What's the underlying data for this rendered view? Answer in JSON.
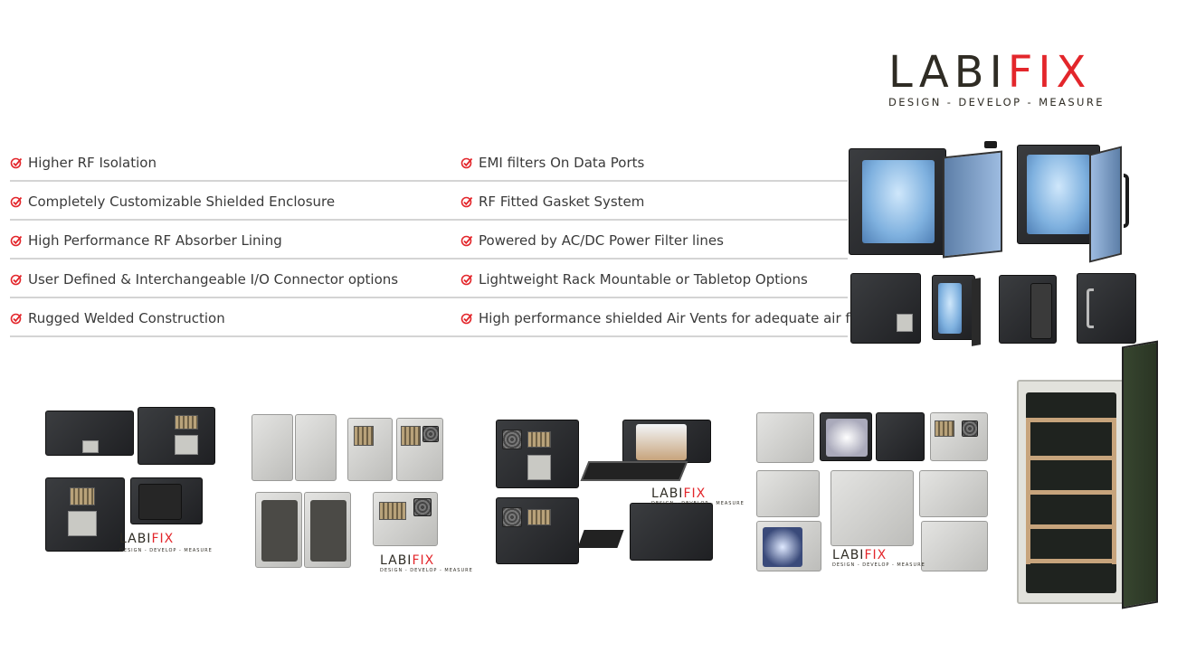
{
  "logo": {
    "brand_dark": "LABI",
    "brand_red": "FIX",
    "tagline": "DESIGN - DEVELOP - MEASURE"
  },
  "features": {
    "left": [
      "Higher RF Isolation",
      "Completely Customizable Shielded Enclosure",
      "High Performance RF Absorber Lining",
      "User Defined & Interchangeable I/O Connector options",
      "Rugged Welded Construction"
    ],
    "right": [
      "EMI filters On Data Ports",
      "RF Fitted Gasket System",
      "Powered by AC/DC Power Filter lines",
      "Lightweight Rack Mountable or Tabletop Options",
      "High performance shielded Air Vents for adequate air flow"
    ],
    "check_icon": "check-circle-icon",
    "check_color": "#e3262b"
  },
  "product_logos": {
    "brand_dark": "LABI",
    "brand_red": "FIX",
    "tagline": "DESIGN - DEVELOP - MEASURE"
  }
}
